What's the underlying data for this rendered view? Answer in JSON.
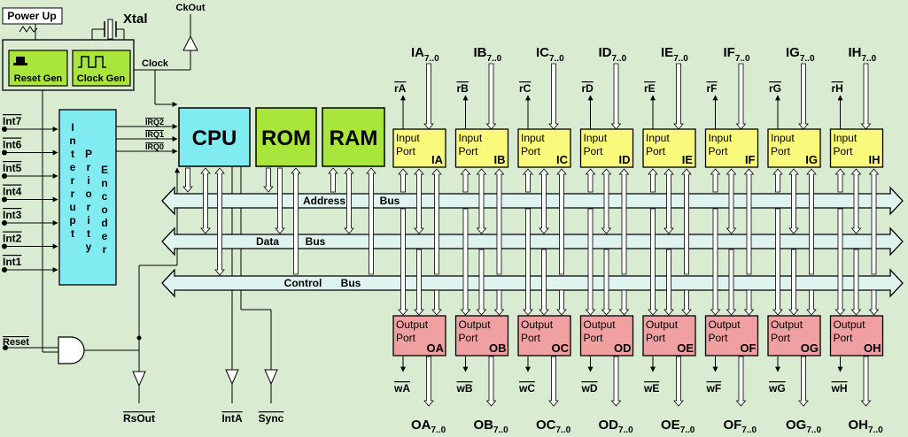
{
  "colors": {
    "background": "#d9ecd2",
    "cpu": "#80ecf2",
    "memory": "#a8e63c",
    "input_port": "#f9f97c",
    "output_port": "#f0a0a0",
    "bus_fill": "#dff3ef",
    "encoder": "#80ecf2",
    "clock_reset": "#a8e63c"
  },
  "power_up": "Power Up",
  "xtal": "Xtal",
  "ckout": "CkOut",
  "clock": "Clock",
  "reset_gen": "Reset Gen",
  "clock_gen": "Clock Gen",
  "cpu": "CPU",
  "rom": "ROM",
  "ram": "RAM",
  "encoder": {
    "word1": "Interrupt",
    "word2": "Priority",
    "word3": "Encoder"
  },
  "irq": [
    "IRQ2",
    "IRQ1",
    "IRQ0"
  ],
  "interrupts": [
    "Int7",
    "Int6",
    "Int5",
    "Int4",
    "Int3",
    "Int2",
    "Int1"
  ],
  "reset": "Reset",
  "rsout": "RsOut",
  "inta": "IntA",
  "sync": "Sync",
  "buses": {
    "address": [
      "Address",
      "Bus"
    ],
    "data": [
      "Data",
      "Bus"
    ],
    "control": [
      "Control",
      "Bus"
    ]
  },
  "input_port_text": [
    "Input",
    "Port"
  ],
  "output_port_text": [
    "Output",
    "Port"
  ],
  "bus_width_sub": "7..0",
  "ports": [
    {
      "letter": "A",
      "input": "IA",
      "output": "OA",
      "read": "rA",
      "write": "wA"
    },
    {
      "letter": "B",
      "input": "IB",
      "output": "OB",
      "read": "rB",
      "write": "wB"
    },
    {
      "letter": "C",
      "input": "IC",
      "output": "OC",
      "read": "rC",
      "write": "wC"
    },
    {
      "letter": "D",
      "input": "ID",
      "output": "OD",
      "read": "rD",
      "write": "wD"
    },
    {
      "letter": "E",
      "input": "IE",
      "output": "OE",
      "read": "rE",
      "write": "wE"
    },
    {
      "letter": "F",
      "input": "IF",
      "output": "OF",
      "read": "rF",
      "write": "wF"
    },
    {
      "letter": "G",
      "input": "IG",
      "output": "OG",
      "read": "rG",
      "write": "wG"
    },
    {
      "letter": "H",
      "input": "IH",
      "output": "OH",
      "read": "rH",
      "write": "wH"
    }
  ]
}
